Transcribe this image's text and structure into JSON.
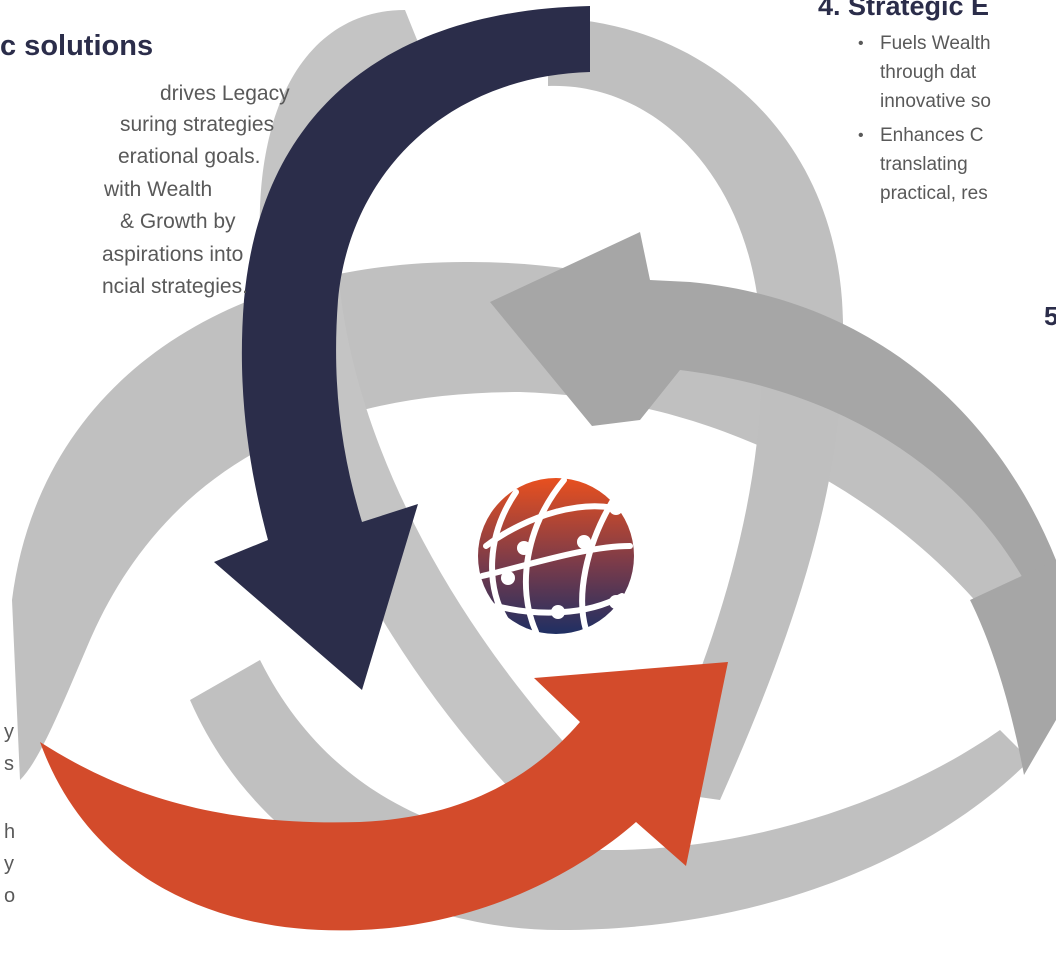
{
  "colors": {
    "navy": "#2b2d4a",
    "orange": "#d34b2b",
    "light_gray": "#bebebe",
    "mid_gray": "#a8a8a8",
    "text_gray": "#595959"
  },
  "left_block": {
    "heading": "c solutions",
    "lines": [
      "drives Legacy",
      "suring strategies",
      "erational goals.",
      "with Wealth",
      "& Growth by",
      "aspirations into",
      "ncial strategies."
    ]
  },
  "right_block": {
    "heading": "4. Strategic E",
    "bullets": [
      {
        "lines": [
          "Fuels Wealth",
          "through dat",
          "innovative so"
        ]
      },
      {
        "lines": [
          "Enhances C",
          "translating",
          "practical, res"
        ]
      }
    ]
  },
  "right_number": "5",
  "bottom_left_fragments": [
    "y",
    "s",
    "h",
    "y",
    "o"
  ],
  "center_icon": "network-globe-icon"
}
